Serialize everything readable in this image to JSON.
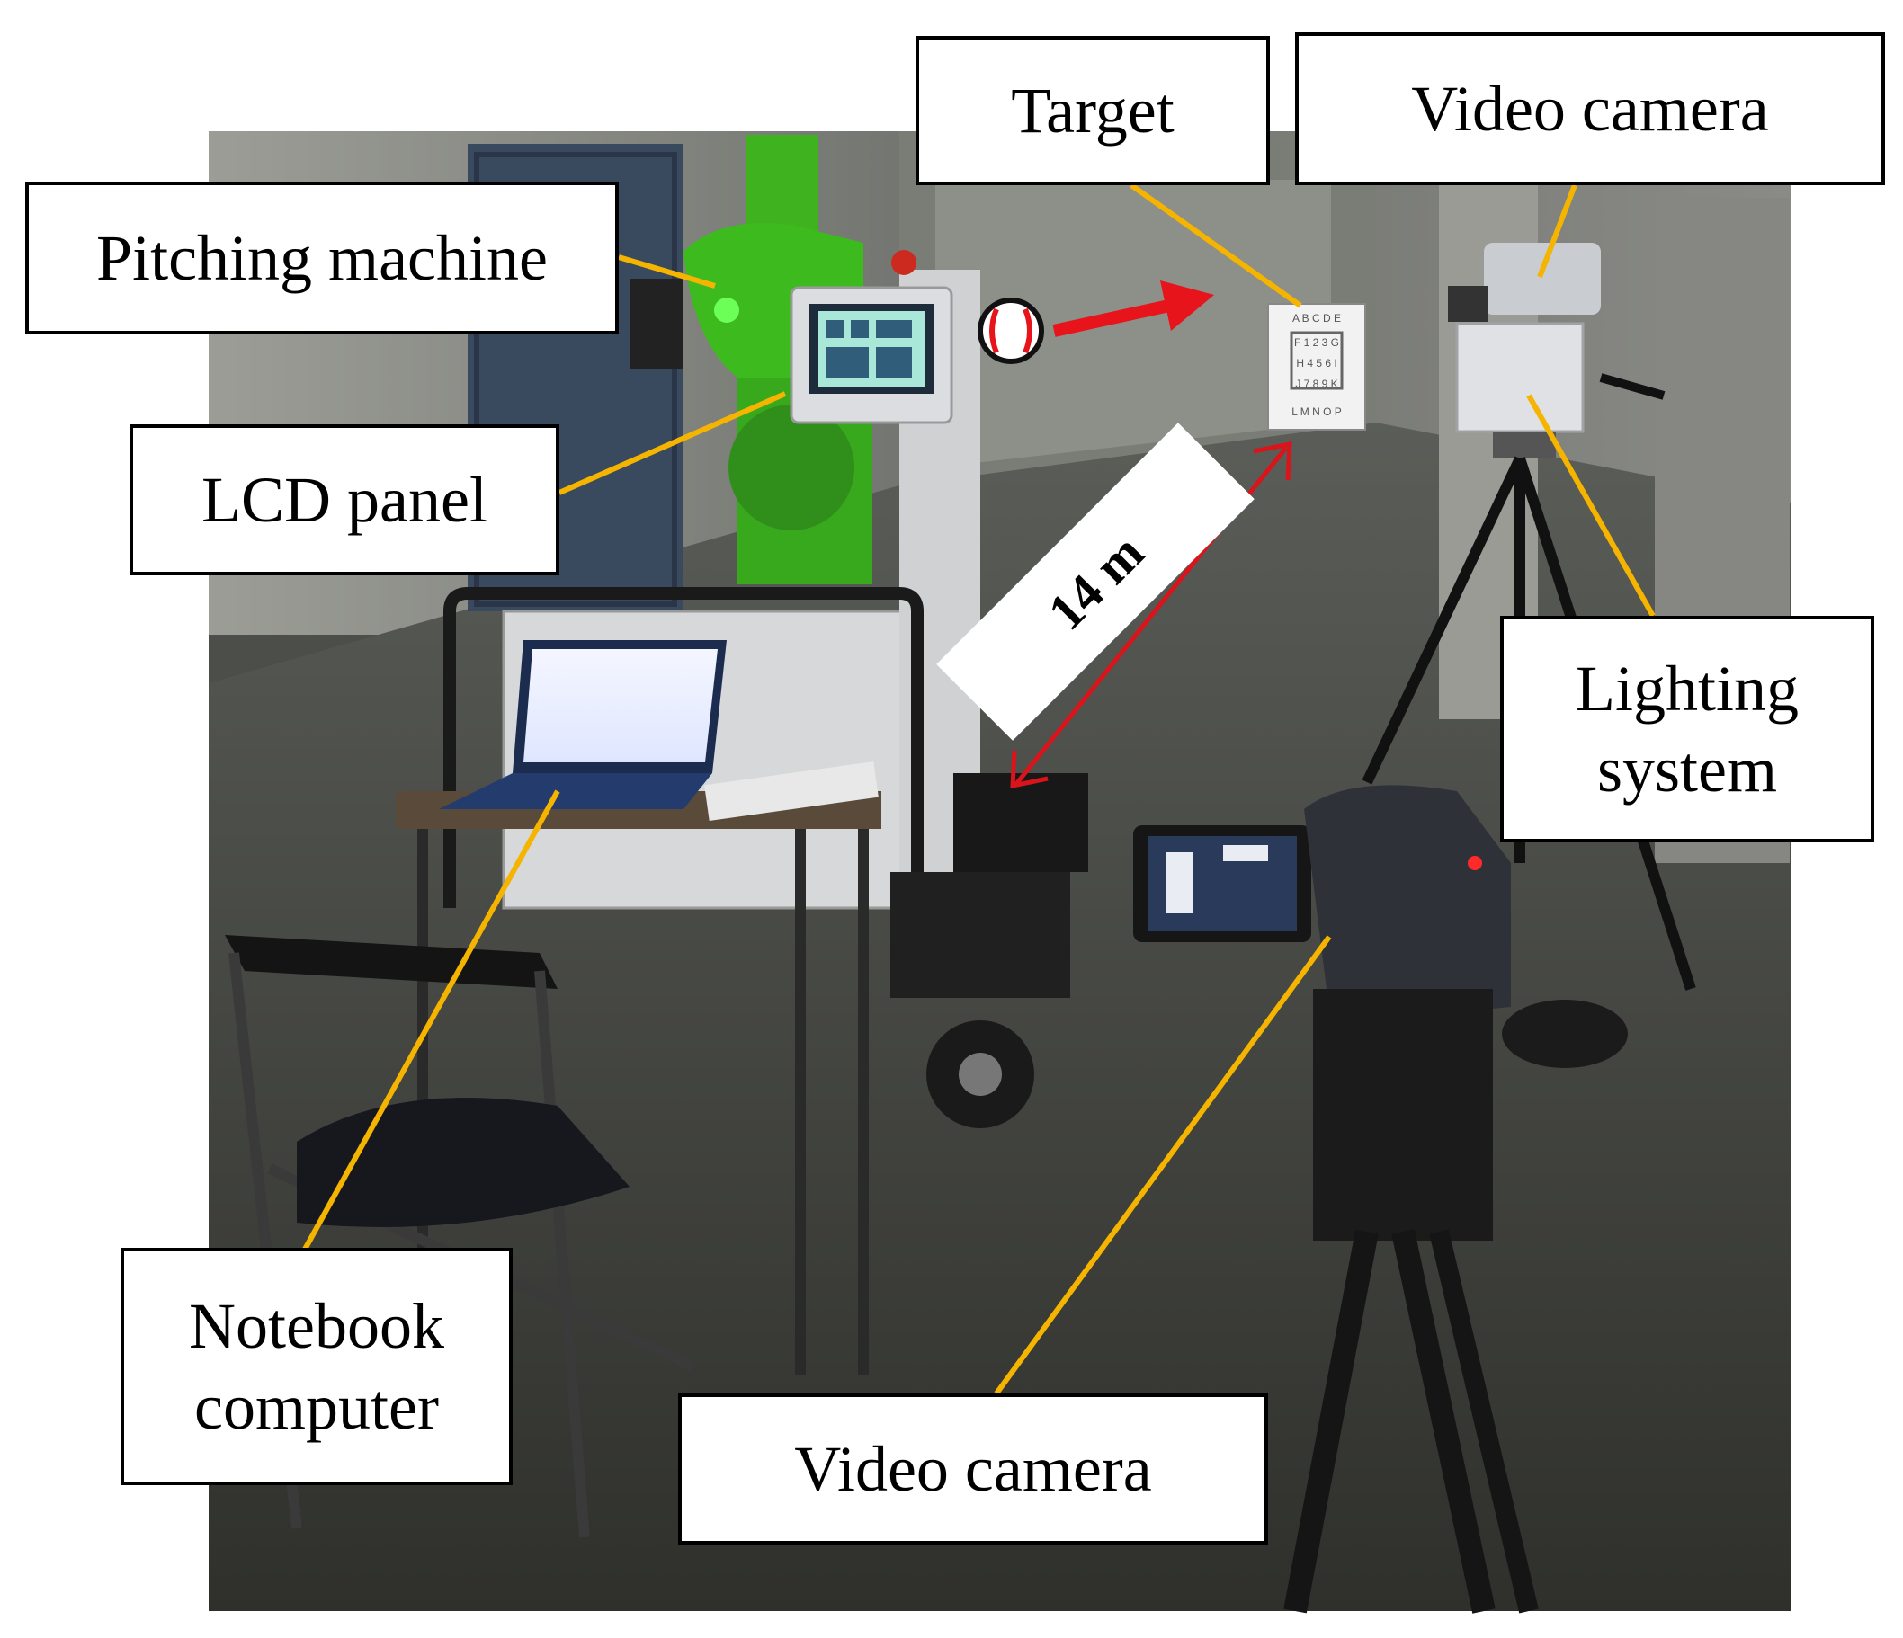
{
  "labels": {
    "pitching_machine": "Pitching machine",
    "lcd_panel": "LCD panel",
    "target": "Target",
    "video_camera_top": "Video camera",
    "lighting_system": "Lighting\nsystem",
    "notebook_computer": "Notebook\ncomputer",
    "video_camera_bottom": "Video camera"
  },
  "distance": {
    "value": "14 m"
  },
  "target_chart": {
    "row1": "A B C D E",
    "row2": "F 1 2 3 G",
    "row3": "H 4 5 6 I",
    "row4": "J 7 8 9 K",
    "row5": "L M N O P"
  },
  "colors": {
    "leader_line": "#F5B400",
    "arrow_ball": "#E8141B",
    "distance_arrow": "#D9141B",
    "machine_green": "#3DBB1E",
    "box_border": "#000000"
  },
  "icons": {
    "baseball": "baseball-icon"
  }
}
